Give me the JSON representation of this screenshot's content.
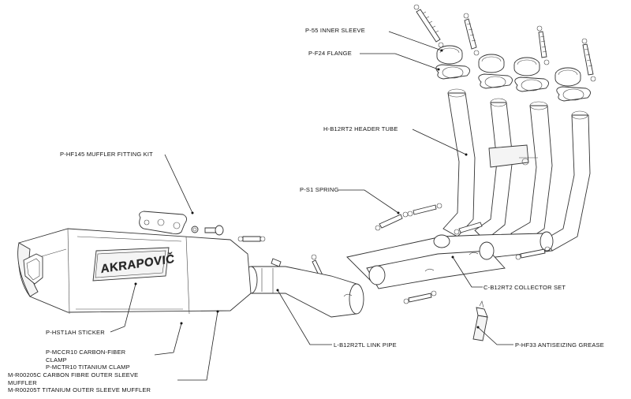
{
  "labels": {
    "inner_sleeve": "P-55  INNER SLEEVE",
    "flange": "P-F24  FLANGE",
    "header_tube": "H-B12RT2  HEADER TUBE",
    "muffler_fitting_kit": "P-HF145  MUFFLER FITTING KIT",
    "spring": "P-S1  SPRING",
    "collector_set": "C-B12RT2  COLLECTOR SET",
    "sticker": "P-HST1AH  STICKER",
    "link_pipe": "L-B12R2TL  LINK PIPE",
    "antiseizing_grease": "P-HF33 ANTISEIZING GREASE",
    "clamp_carbon_1": "P-MCCR10  CARBON-FIBER",
    "clamp_carbon_2": "CLAMP",
    "clamp_titanium": "P-MCTR10  TITANIUM CLAMP",
    "sleeve_carbon_1": "M-R00205C  CARBON FIBRE OUTER SLEEVE",
    "sleeve_carbon_2": "MUFFLER",
    "sleeve_titanium": "M-R00205T  TITANIUM OUTER SLEEVE MUFFLER"
  },
  "brand_logo": "AKRAPOVIČ"
}
